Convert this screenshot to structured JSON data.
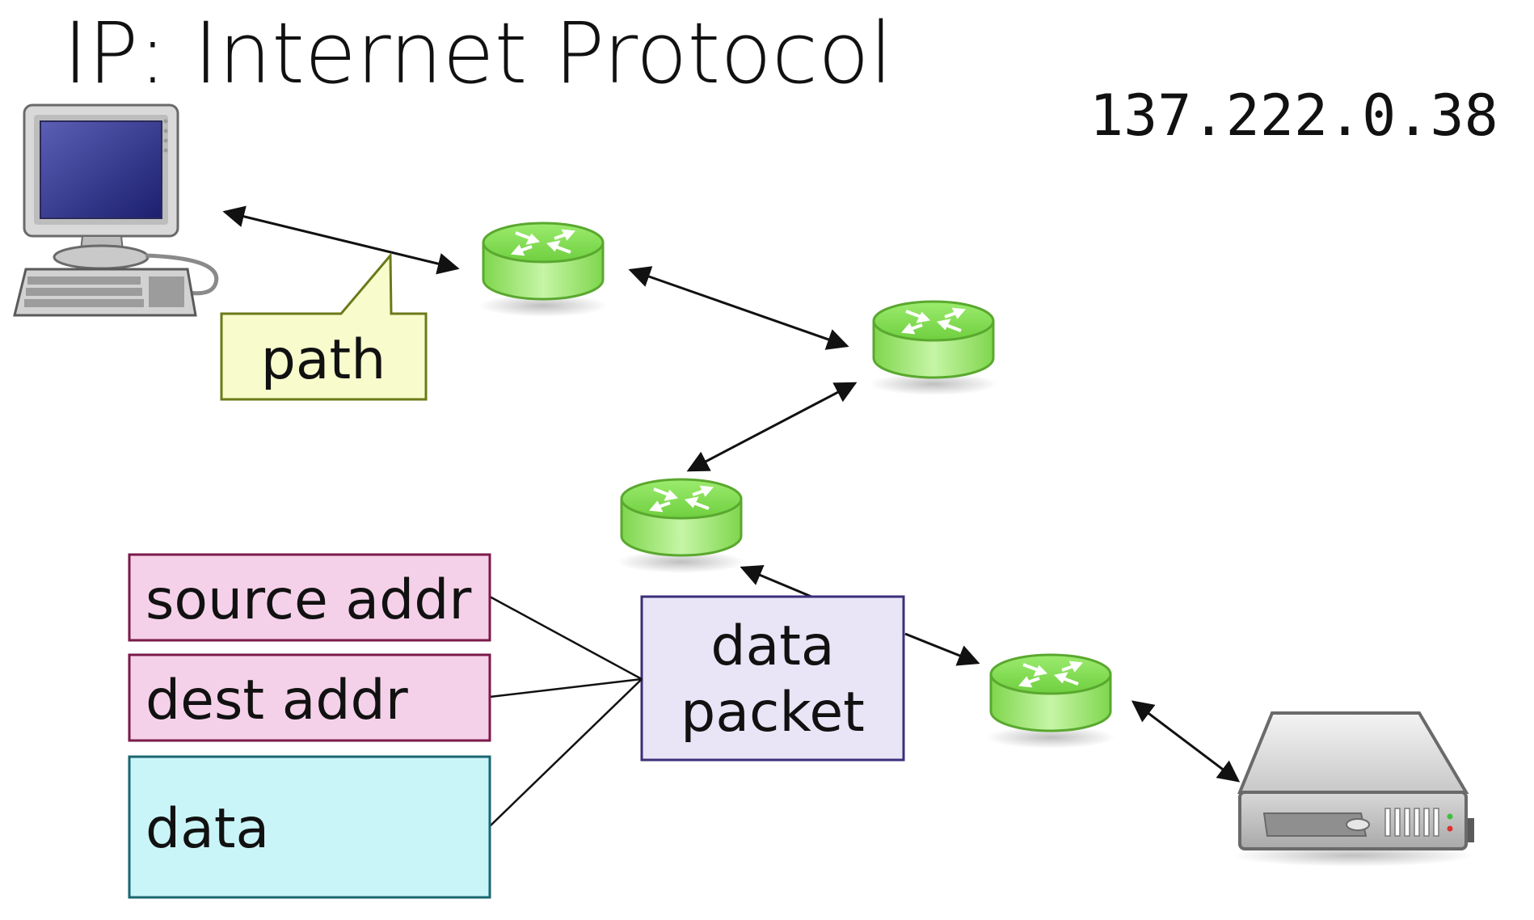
{
  "title": "IP: Internet Protocol",
  "ip_address": "137.222.0.38",
  "callout": {
    "label": "path"
  },
  "packet": {
    "label_line1": "data",
    "label_line2": "packet"
  },
  "fields": [
    {
      "label": "source addr"
    },
    {
      "label": "dest addr"
    },
    {
      "label": "data"
    }
  ],
  "icons": {
    "computer": "desktop-computer-icon",
    "router": "router-icon",
    "server": "server-icon"
  },
  "colors": {
    "callout_fill": "#f8fccc",
    "callout_stroke": "#6b7a1a",
    "packet_fill": "#e9e5f6",
    "packet_stroke": "#3b2f7a",
    "field_pink_fill": "#f5d1e9",
    "field_pink_stroke": "#7a1a4a",
    "field_cyan_fill": "#caf5f8",
    "field_cyan_stroke": "#1a6670",
    "router_green": "#86e05a"
  }
}
